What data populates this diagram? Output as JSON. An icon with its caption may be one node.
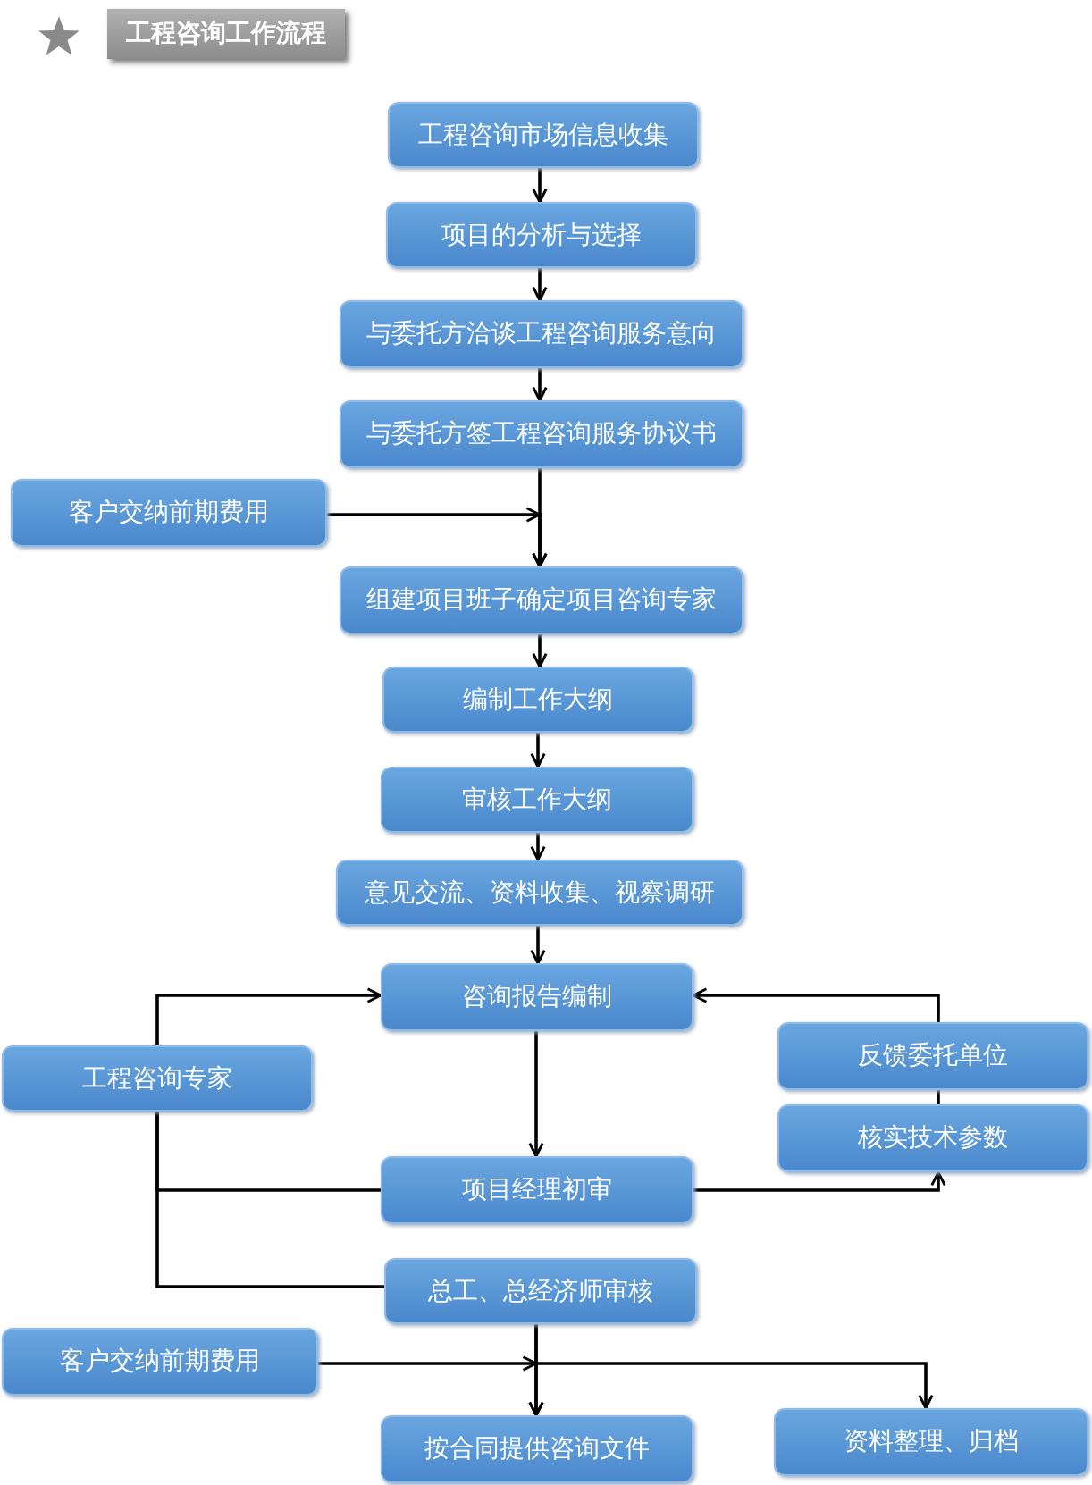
{
  "diagram": {
    "title": "工程咨询工作流程",
    "nodes": [
      {
        "text": [
          "工程咨询市场信息收集"
        ]
      },
      {
        "text": [
          "项目的分析与选择"
        ]
      },
      {
        "text": [
          "与委托方洽谈工程咨询服务意向"
        ]
      },
      {
        "text": [
          "与委托方签工程咨询服务协议书"
        ]
      },
      {
        "text": [
          "客户交纳前期费用"
        ]
      },
      {
        "text": [
          "组建项目班子确定项目咨询专家"
        ]
      },
      {
        "text": [
          "编制工作大纲"
        ]
      },
      {
        "text": [
          "审核工作大纲"
        ]
      },
      {
        "text": [
          "意见交流、资料收集、视察调研"
        ]
      },
      {
        "text": [
          "咨询报告编制"
        ]
      },
      {
        "text": [
          "工程咨询专家"
        ]
      },
      {
        "text": [
          "反馈委托单位"
        ]
      },
      {
        "text": [
          "核实技术参数"
        ]
      },
      {
        "text": [
          "项目经理初审"
        ]
      },
      {
        "text": [
          "总工、总经济师审核"
        ]
      },
      {
        "text": [
          "客户交纳前期费用"
        ]
      },
      {
        "text": [
          "按合同提供咨询文件"
        ]
      },
      {
        "text": [
          "资料整理、归档"
        ]
      }
    ],
    "edges": [
      {
        "from": 0,
        "to": 1,
        "arrow": "to"
      },
      {
        "from": 1,
        "to": 2,
        "arrow": "to"
      },
      {
        "from": 2,
        "to": 3,
        "arrow": "to"
      },
      {
        "from": 3,
        "to": 5,
        "arrow": "to"
      },
      {
        "from": 4,
        "to": 5,
        "arrow": "to"
      },
      {
        "from": 5,
        "to": 6,
        "arrow": "to"
      },
      {
        "from": 6,
        "to": 7,
        "arrow": "to"
      },
      {
        "from": 7,
        "to": 8,
        "arrow": "to"
      },
      {
        "from": 8,
        "to": 9,
        "arrow": "to"
      },
      {
        "from": 10,
        "to": 9,
        "arrow": "to"
      },
      {
        "from": 13,
        "to": 10,
        "arrow": "none"
      },
      {
        "from": 14,
        "to": 10,
        "arrow": "none"
      },
      {
        "from": 9,
        "to": 13,
        "arrow": "to"
      },
      {
        "from": 13,
        "to": 12,
        "arrow": "to"
      },
      {
        "from": 12,
        "to": 11,
        "arrow": "none"
      },
      {
        "from": 11,
        "to": 9,
        "arrow": "to"
      },
      {
        "from": 14,
        "to": 16,
        "arrow": "to"
      },
      {
        "from": 15,
        "to": 16,
        "arrow": "to"
      },
      {
        "from": 14,
        "to": 17,
        "arrow": "to"
      }
    ]
  }
}
